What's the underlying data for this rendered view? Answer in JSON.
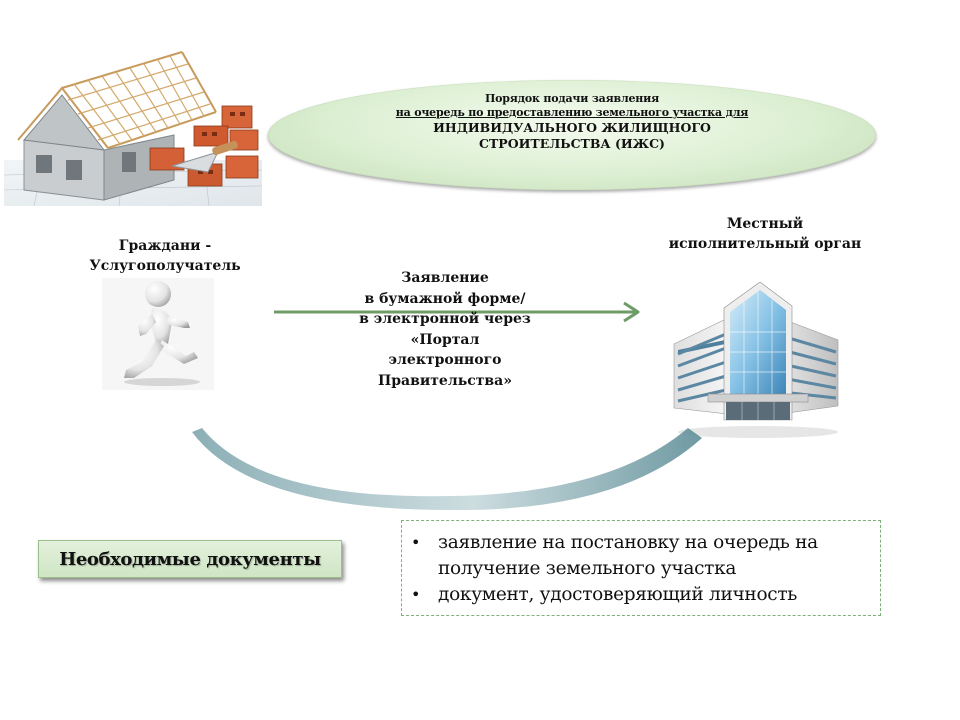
{
  "title": {
    "line1": "Порядок подачи заявления",
    "line2": "на очередь по предоставлению земельного участка для",
    "line3": "ИНДИВИДУАЛЬНОГО ЖИЛИЩНОГО",
    "line4": "СТРОИТЕЛЬСТВА (ИЖС)"
  },
  "citizen": {
    "line1": "Граждани -",
    "line2": "Услугополучатель"
  },
  "agency": {
    "line1": "Местный",
    "line2": "исполнительный орган"
  },
  "channel": {
    "line1": "Заявление",
    "line2": "в бумажной форме/",
    "line3": "в электронной через",
    "line4": "«Портал",
    "line5": "электронного",
    "line6": "Правительства»"
  },
  "documents": {
    "button_label": "Необходимые документы",
    "items": [
      "заявление на постановку на очередь на получение земельного участка",
      "документ, удостоверяющий личность"
    ]
  },
  "colors": {
    "arrow": "#6e9b66",
    "ellipse": "#dcefd2",
    "curve": "#6f9aa4"
  },
  "icons": [
    "house-construction-icon",
    "running-person-icon",
    "office-building-icon"
  ]
}
